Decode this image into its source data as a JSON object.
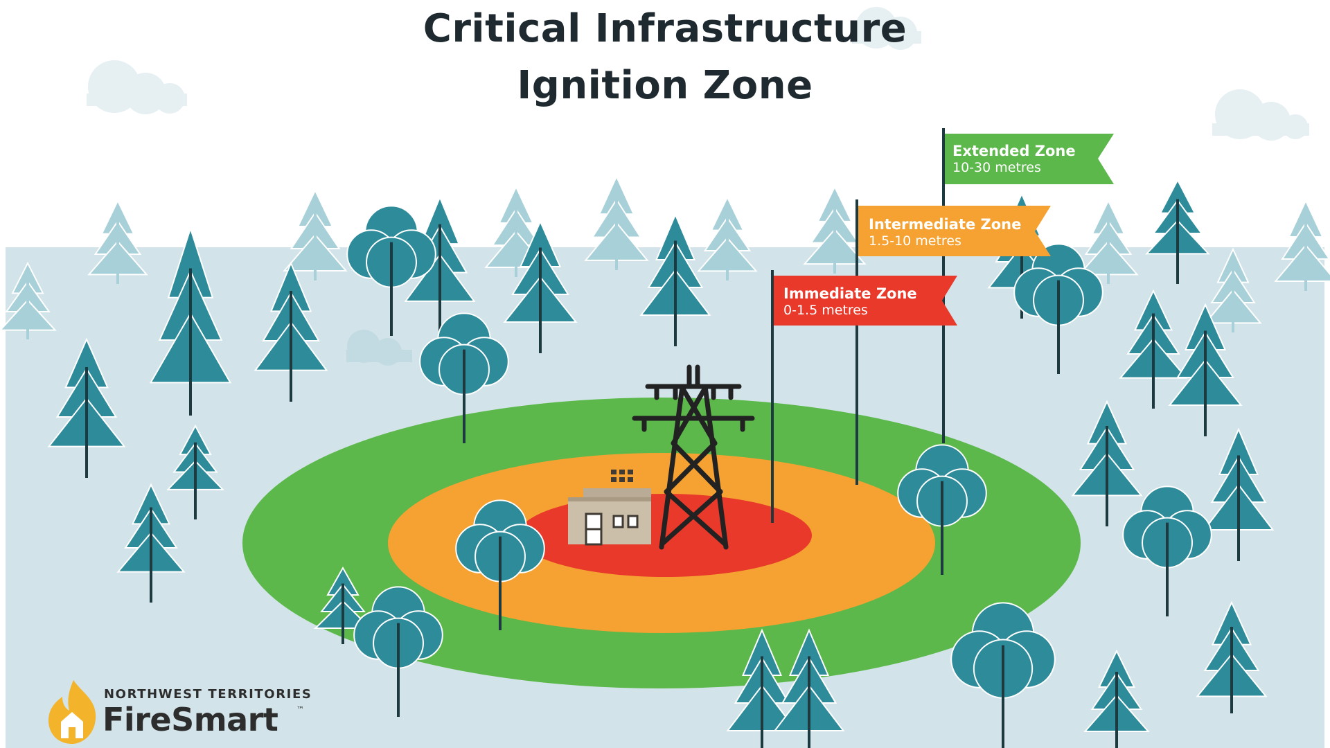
{
  "title": {
    "line1": "Critical Infrastructure",
    "line2": "Ignition Zone"
  },
  "zones": [
    {
      "name": "Extended Zone",
      "distance": "10-30 metres",
      "color": "#5cb84a"
    },
    {
      "name": "Intermediate Zone",
      "distance": "1.5-10 metres",
      "color": "#f5a232"
    },
    {
      "name": "Immediate Zone",
      "distance": "0-1.5 metres",
      "color": "#e8392a"
    }
  ],
  "brand": {
    "line1": "NORTHWEST TERRITORIES",
    "line2": "FireSmart",
    "trademark": "™"
  },
  "palette": {
    "ground": "#d2e4e9",
    "tree_dark": "#2e8b9a",
    "tree_light": "#a8d0d8",
    "trunk": "#1d3a40",
    "cloud": "#e6eff2",
    "flame": "#f3b32b"
  },
  "icons": [
    "transmission-tower-icon",
    "building-icon",
    "flame-house-logo-icon",
    "zone-flag-icon",
    "conifer-tree-icon",
    "deciduous-tree-icon",
    "cloud-icon"
  ]
}
